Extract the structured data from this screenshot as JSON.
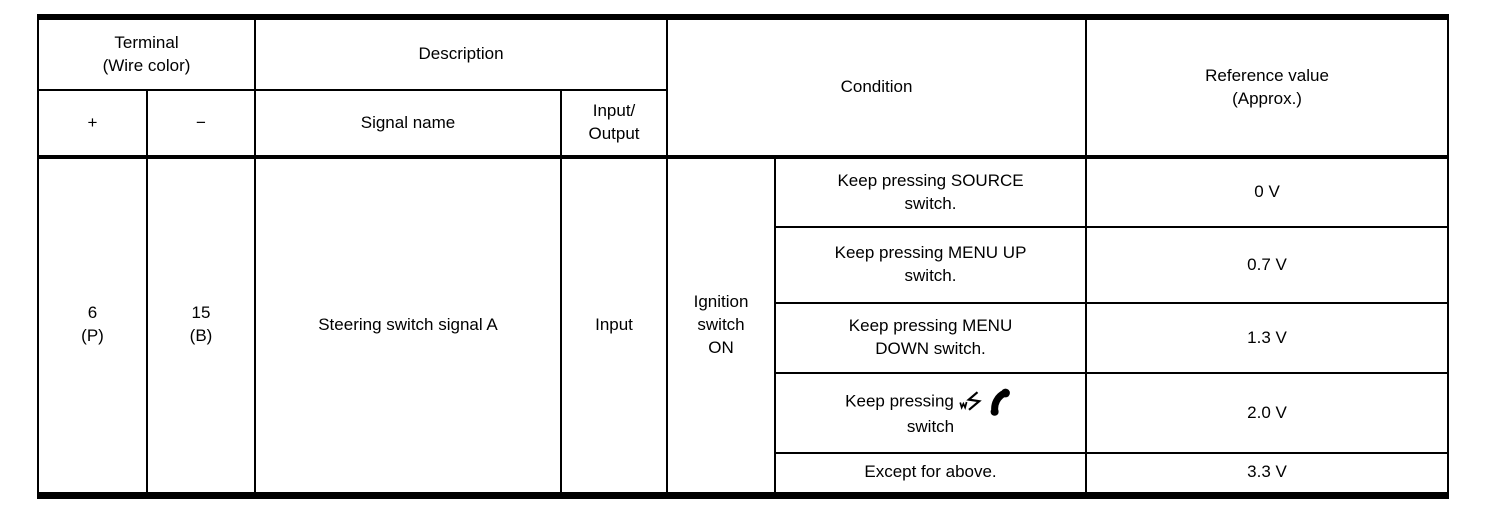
{
  "page": {
    "background_color": "#ffffff",
    "line_color": "#000000"
  },
  "table": {
    "header": {
      "terminal": "Terminal\n(Wire color)",
      "plus": "+",
      "minus": "−",
      "description": "Description",
      "signal_name": "Signal name",
      "input_output": "Input/\nOutput",
      "condition": "Condition",
      "reference": "Reference value\n(Approx.)"
    },
    "row": {
      "terminal_plus": "6\n(P)",
      "terminal_minus": "15\n(B)",
      "signal_name": "Steering switch signal A",
      "input_output": "Input",
      "ignition": "Ignition\nswitch\nON"
    },
    "conditions": [
      {
        "line1": "Keep pressing SOURCE",
        "line2": "switch.",
        "value": "0 V"
      },
      {
        "line1": "Keep pressing MENU UP",
        "line2": "switch.",
        "value": "0.7 V"
      },
      {
        "line1": "Keep pressing MENU",
        "line2": "DOWN switch.",
        "value": "1.3 V"
      },
      {
        "line1": "Keep pressing",
        "line2": "switch",
        "value": "2.0 V",
        "icons": [
          "voice-command-icon",
          "phone-handset-icon"
        ]
      },
      {
        "line1": "Except for above.",
        "line2": "",
        "value": "3.3 V"
      }
    ]
  }
}
